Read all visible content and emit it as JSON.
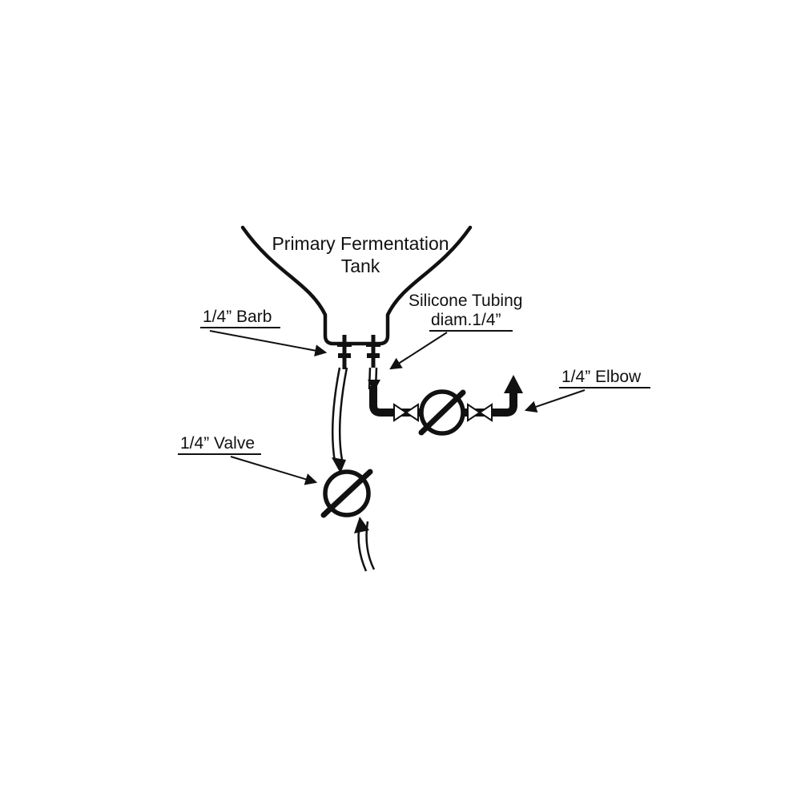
{
  "diagram": {
    "title_line1": "Primary Fermentation",
    "title_line2": "Tank",
    "labels": {
      "barb": "1/4” Barb",
      "tubing_line1": "Silicone Tubing",
      "tubing_line2": "diam.1/4”",
      "elbow": "1/4” Elbow",
      "valve": "1/4” Valve"
    },
    "colors": {
      "ink": "#111111",
      "background": "#ffffff"
    }
  }
}
